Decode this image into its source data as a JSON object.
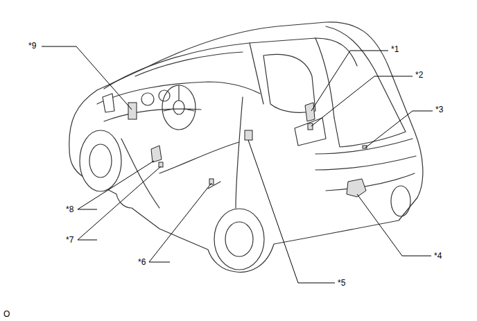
{
  "diagram": {
    "labels": [
      "*9",
      "*1",
      "*2",
      "*3",
      "*8",
      "*7",
      "*6",
      "*5",
      "*4",
      "O"
    ]
  }
}
